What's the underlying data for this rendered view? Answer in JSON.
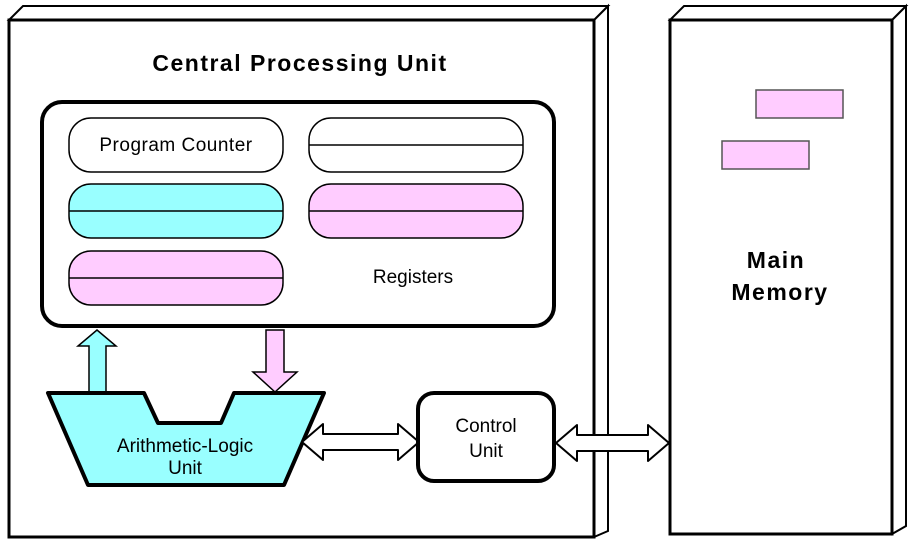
{
  "cpu": {
    "title": "Central Processing Unit"
  },
  "registers": {
    "label": "Registers",
    "program_counter": "Program Counter"
  },
  "alu": {
    "line1": "Arithmetic-Logic",
    "line2": "Unit"
  },
  "control_unit": {
    "line1": "Control",
    "line2": "Unit"
  },
  "memory": {
    "line1": "Main",
    "line2": "Memory"
  },
  "colors": {
    "cyan": "#99FFFF",
    "pink": "#FFCCFF",
    "black": "#000000",
    "white": "#FFFFFF"
  }
}
